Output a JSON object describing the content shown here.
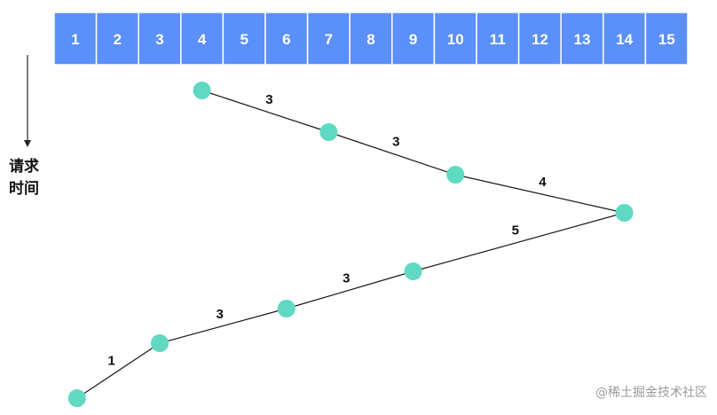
{
  "colors": {
    "cell": "#5b8ff9",
    "node": "#5fd9c2",
    "line": "#1a1a1a"
  },
  "track_numbers": [
    "1",
    "2",
    "3",
    "4",
    "5",
    "6",
    "7",
    "8",
    "9",
    "10",
    "11",
    "12",
    "13",
    "14",
    "15"
  ],
  "visit_order": [
    4,
    7,
    10,
    14,
    9,
    6,
    3,
    1
  ],
  "segment_labels": [
    "3",
    "3",
    "4",
    "5",
    "3",
    "3",
    "1"
  ],
  "axis": {
    "line1": "请求",
    "line2": "时间"
  },
  "watermark": "@稀土掘金技术社区"
}
